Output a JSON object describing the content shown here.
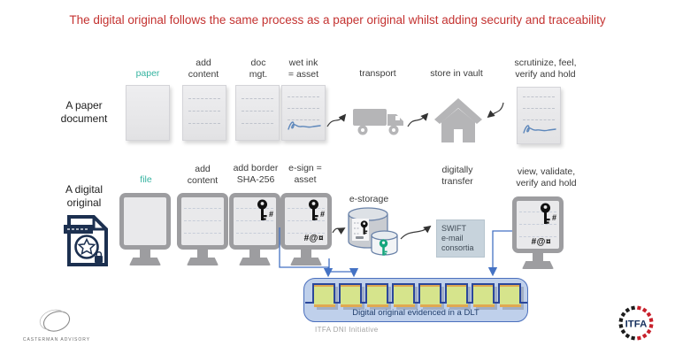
{
  "title": "The digital original follows the same process as a paper original whilst adding security and traceability",
  "paper_row": {
    "side_label": "A paper\ndocument",
    "steps": [
      {
        "label": "paper"
      },
      {
        "label": "add\ncontent"
      },
      {
        "label": "doc\nmgt."
      },
      {
        "label": "wet ink\n= asset"
      },
      {
        "label": "transport"
      },
      {
        "label": "store in vault"
      },
      {
        "label": "scrutinize, feel,\nverify and hold"
      }
    ]
  },
  "digital_row": {
    "side_label": "A digital\noriginal",
    "steps": [
      {
        "label": "file"
      },
      {
        "label": "add\ncontent"
      },
      {
        "label": "add border\nSHA-256"
      },
      {
        "label": "e-sign =\nasset"
      },
      {
        "label": "e-storage"
      },
      {
        "label": "digitally\ntransfer"
      },
      {
        "label": "view, validate,\nverify and hold"
      }
    ],
    "screen_glyphs": {
      "hash": "#",
      "symbols": "#@¤"
    },
    "swift_box_label": "SWIFT\ne-mail\nconsortia"
  },
  "dlt": {
    "label": "Digital original evidenced in a DLT",
    "footnote": "ITFA DNI Initiative",
    "block_count": 8
  },
  "logos": {
    "casterman": "CASTERMAN ADVISORY",
    "itfa": "ITFA"
  },
  "colors": {
    "title_red": "#c43230",
    "teal_accent": "#35b3a0",
    "connector_blue": "#4472c4",
    "chain_blue": "#2b479b",
    "dlt_fill": "#bfd0eb",
    "dlt_border": "#4a6fbd",
    "block_green": "#d6e48c",
    "key_green": "#16a67d"
  }
}
